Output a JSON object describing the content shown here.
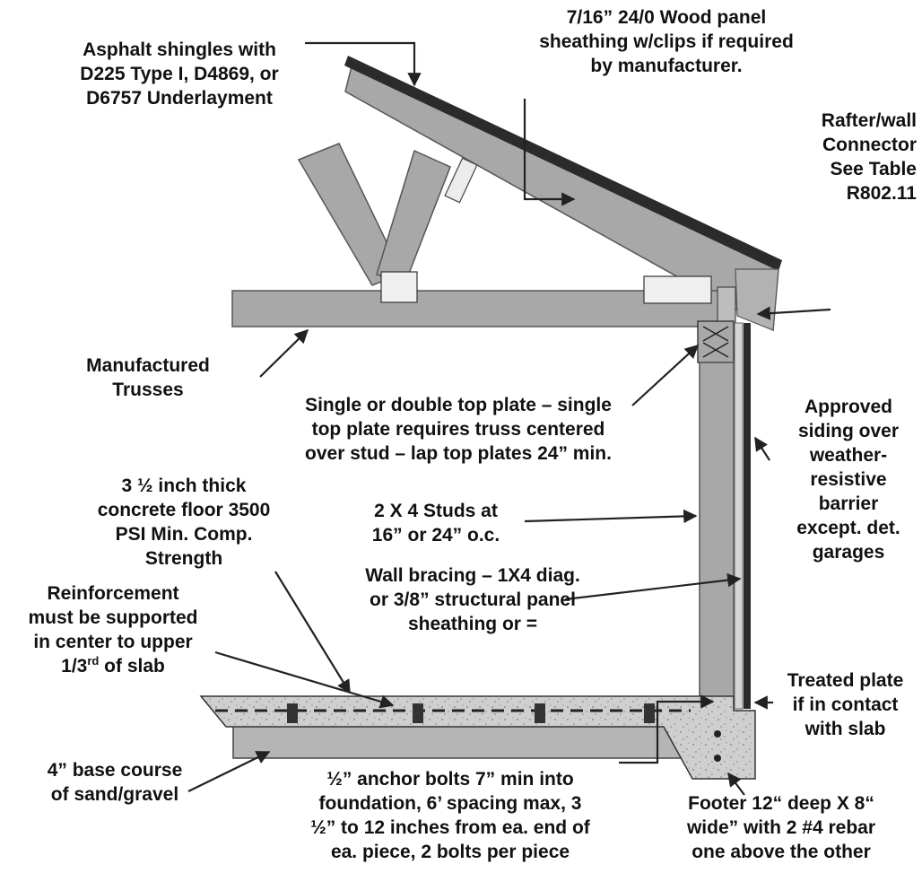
{
  "colors": {
    "lumber": "#a6a6a6",
    "lumber_edge": "#5a5a5a",
    "concrete": "#c9c9c9",
    "roofing": "#2b2b2b",
    "text": "#111111"
  },
  "labels": {
    "shingles": [
      "Asphalt shingles with",
      "D225 Type I, D4869, or",
      "D6757 Underlayment"
    ],
    "sheathing": [
      "7/16” 24/0 Wood panel",
      "sheathing w/clips if required",
      "by manufacturer."
    ],
    "connector": [
      "Rafter/wall",
      "Connector",
      "See Table",
      "R802.11"
    ],
    "trusses": [
      "Manufactured",
      "Trusses"
    ],
    "top_plate": [
      "Single or double top plate – single",
      "top plate requires truss centered",
      "over stud – lap top plates 24” min."
    ],
    "siding": [
      "Approved",
      "siding over",
      "weather-",
      "resistive",
      "barrier",
      "except. det.",
      "garages"
    ],
    "concrete_floor": [
      "3 ½ inch thick",
      "concrete floor 3500",
      "PSI Min. Comp.",
      "Strength"
    ],
    "studs": [
      "2 X 4 Studs at",
      "16” or 24” o.c."
    ],
    "bracing": [
      "Wall bracing – 1X4 diag.",
      "or 3/8” structural panel",
      "sheathing or ="
    ],
    "reinforcement": {
      "line1": "Reinforcement",
      "line2": "must be supported",
      "line3": "in center to upper",
      "line4_pre": "1/3",
      "line4_sup": "rd",
      "line4_post": " of slab"
    },
    "treated_plate": [
      "Treated plate",
      "if in contact",
      "with slab"
    ],
    "base_course": [
      "4” base course",
      "of sand/gravel"
    ],
    "anchor_bolts": [
      "½” anchor bolts 7” min into",
      "foundation, 6’ spacing max, 3",
      "½” to 12 inches from ea. end of",
      "ea. piece, 2 bolts per piece"
    ],
    "footer": [
      "Footer 12“ deep X 8“",
      "wide” with 2 #4 rebar",
      "one above the other"
    ]
  }
}
